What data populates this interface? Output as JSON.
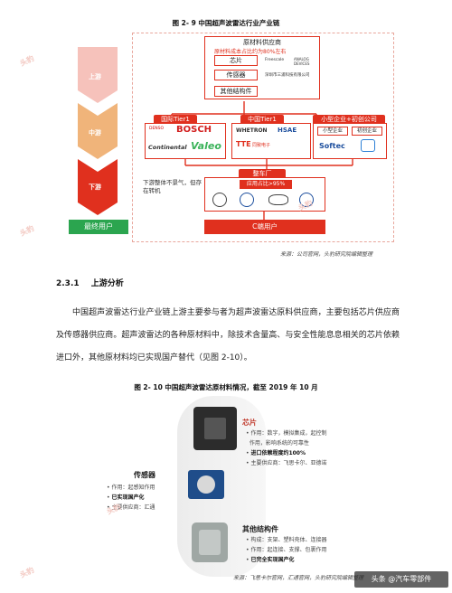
{
  "fig1": {
    "title": "图 2- 9  中国超声波雷达行业产业链",
    "stages": {
      "upstream": "上游",
      "midstream": "中游",
      "downstream": "下游",
      "final": "最终用户"
    },
    "supplier_box": {
      "header": "原材料供应商",
      "cost_note": "原材料成本占比约为80%左右",
      "items": [
        "芯片",
        "传感器",
        "其他结构件"
      ],
      "chip_logos": [
        "Freescale",
        "ANALOG DEVICES"
      ],
      "sensor_logo": "深圳市三浦科技有限公司"
    },
    "tier_intl": {
      "label": "国际Tier1",
      "logos": [
        "BOSCH",
        "Continental",
        "Valeo"
      ],
      "small_logo": "DENSO"
    },
    "tier_cn": {
      "label": "中国Tier1",
      "logos": [
        "WHETRON",
        "HSAE",
        "同致电子"
      ],
      "extra": "TTE"
    },
    "tier_small": {
      "label": "小型企业+初创公司",
      "items": [
        "小型企业",
        "初创企业"
      ],
      "logo": "Softec"
    },
    "oem": {
      "label": "整车厂",
      "share_note": "应用占比>95%"
    },
    "c_end": "C端用户",
    "downstream_note": "下游整体不景气，但存在转机",
    "source": "来源：公司官网，头豹研究院编辑整理"
  },
  "section": {
    "number": "2.3.1",
    "title": "上游分析",
    "paragraph": "中国超声波雷达行业产业链上游主要参与者为超声波雷达原料供应商，主要包括芯片供应商及传感器供应商。超声波雷达的各种原材料中，除技术含量高、与安全性能息息相关的芯片依赖进口外，其他原材料均已实现国产替代（见图 2-10）。"
  },
  "fig2": {
    "title": "图 2- 10  中国超声波雷达原材料情况，截至 2019 年 10 月",
    "chip": {
      "label": "芯片",
      "bullets": [
        "作用：数字，模拟集成，起控制",
        "作用，影响系统的可靠性",
        "进口依赖程度约100%",
        "主要供应商：飞思卡尔、亚德诺"
      ]
    },
    "sensor": {
      "label": "传感器",
      "bullets": [
        "作用：起感知作用",
        "已实现国产化",
        "主要供应商：汇通"
      ]
    },
    "other": {
      "label": "其他结构件",
      "bullets": [
        "构成：支架、塑料壳体、连接器",
        "作用：起连接、支撑、包裹作用",
        "已完全实现国产化"
      ]
    },
    "source": "来源：飞思卡尔官网，汇通官网，头豹研究院编辑整理"
  },
  "watermark": {
    "text": "头豹",
    "footer": "头条 @汽车零部件"
  },
  "colors": {
    "red": "#e0301e",
    "green": "#2ba54f",
    "pink": "#f6c2bb"
  }
}
